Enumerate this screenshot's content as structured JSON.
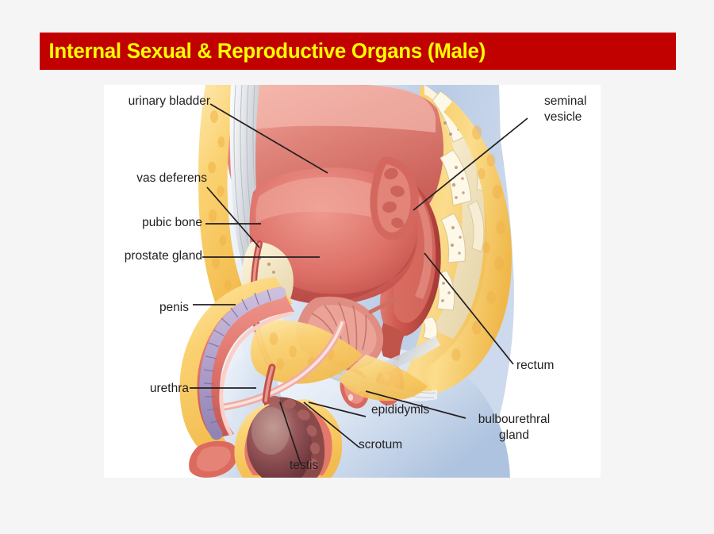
{
  "banner": {
    "title": "Internal Sexual & Reproductive Organs (Male)",
    "background_color": "#c10000",
    "text_color": "#ffff00"
  },
  "page": {
    "background_color": "#f5f5f5",
    "panel_background_color": "#ffffff"
  },
  "figure": {
    "type": "anatomical-diagram",
    "subject": "male pelvis sagittal section",
    "label_text_color": "#231f20",
    "leader_line_color": "#231f20",
    "labels": [
      {
        "id": "urinary-bladder",
        "text": "urinary bladder",
        "lines": [
          "urinary bladder"
        ],
        "side": "left"
      },
      {
        "id": "vas-deferens",
        "text": "vas deferens",
        "lines": [
          "vas deferens"
        ],
        "side": "left"
      },
      {
        "id": "pubic-bone",
        "text": "pubic bone",
        "lines": [
          "pubic bone"
        ],
        "side": "left"
      },
      {
        "id": "prostate-gland",
        "text": "prostate gland",
        "lines": [
          "prostate gland"
        ],
        "side": "left"
      },
      {
        "id": "penis",
        "text": "penis",
        "lines": [
          "penis"
        ],
        "side": "left"
      },
      {
        "id": "urethra",
        "text": "urethra",
        "lines": [
          "urethra"
        ],
        "side": "left"
      },
      {
        "id": "seminal-vesicle",
        "text": "seminal vesicle",
        "lines": [
          "seminal",
          "vesicle"
        ],
        "side": "right"
      },
      {
        "id": "rectum",
        "text": "rectum",
        "lines": [
          "rectum"
        ],
        "side": "right"
      },
      {
        "id": "bulbourethral-gland",
        "text": "bulbourethral gland",
        "lines": [
          "bulbourethral",
          "gland"
        ],
        "side": "right"
      },
      {
        "id": "epididymis",
        "text": "epididymis",
        "lines": [
          "epididymis"
        ],
        "side": "bottom"
      },
      {
        "id": "scrotum",
        "text": "scrotum",
        "lines": [
          "scrotum"
        ],
        "side": "bottom"
      },
      {
        "id": "testis",
        "text": "testis",
        "lines": [
          "testis"
        ],
        "side": "bottom"
      }
    ],
    "palette": {
      "fat_tissue": "#f9cf63",
      "fat_tissue_light": "#fde7ab",
      "bladder": "#e8796e",
      "bladder_dark": "#c0504a",
      "muscle_red": "#d9544c",
      "bone_cream": "#f3e7c8",
      "tendon_gray": "#cfd3d8",
      "penis_corpora": "#b9a9cf",
      "urethra_pink": "#f6b7b0",
      "testis_maroon": "#7d3b3f",
      "body_blue": "#b8cbe4",
      "rectum_red": "#cc5248",
      "prostate_pink": "#e79b93"
    }
  }
}
